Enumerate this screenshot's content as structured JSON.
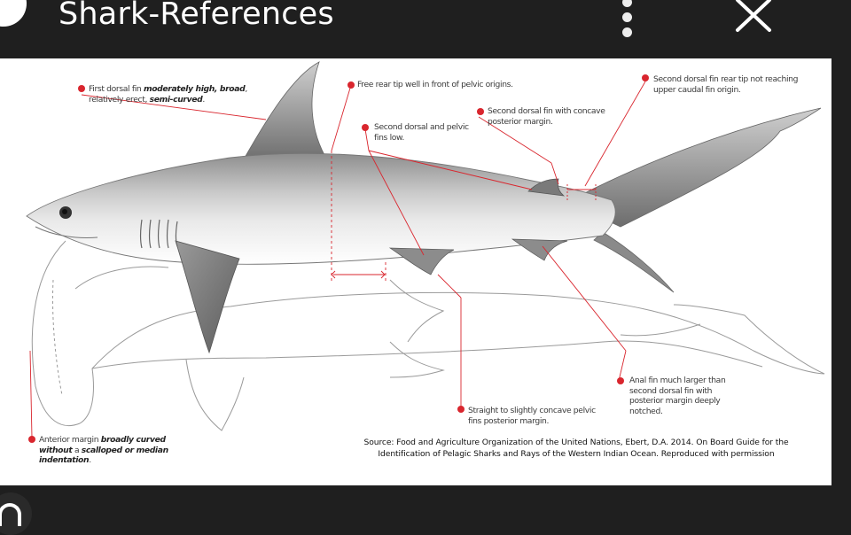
{
  "app": {
    "title": "Shark-References",
    "more_icon": "more-vert-icon",
    "close_icon": "close-icon",
    "back_icon": "back-icon"
  },
  "figure": {
    "labels": {
      "first_dorsal": {
        "parts": [
          "First dorsal fin ",
          "moderately high, broad",
          ", relatively erect, ",
          "semi-curved",
          "."
        ]
      },
      "free_rear_tip": "Free rear tip well in front of pelvic origins.",
      "second_dorsal_rear": "Second dorsal fin rear tip not reaching upper caudal fin origin.",
      "second_dorsal_concave": "Second dorsal fin with concave posterior margin.",
      "second_dorsal_pelvic_low": "Second dorsal and pelvic fins low.",
      "anal_fin": "Anal fin much larger than second dorsal fin with posterior margin deeply notched.",
      "pelvic_margin": "Straight to slightly concave pelvic fins posterior margin.",
      "anterior_margin": {
        "parts": [
          "Anterior margin ",
          "broadly curved without",
          " a ",
          "scalloped or median indentation",
          "."
        ]
      }
    },
    "source": "Source: Food and Agriculture Organization of the United Nations, Ebert, D.A. 2014. On Board Guide for the Identification of Pelagic Sharks and Rays of the Western Indian Ocean. Reproduced with permission"
  },
  "colors": {
    "accent_red": "#d9262e",
    "toolbar_bg": "#1f1f1f"
  }
}
